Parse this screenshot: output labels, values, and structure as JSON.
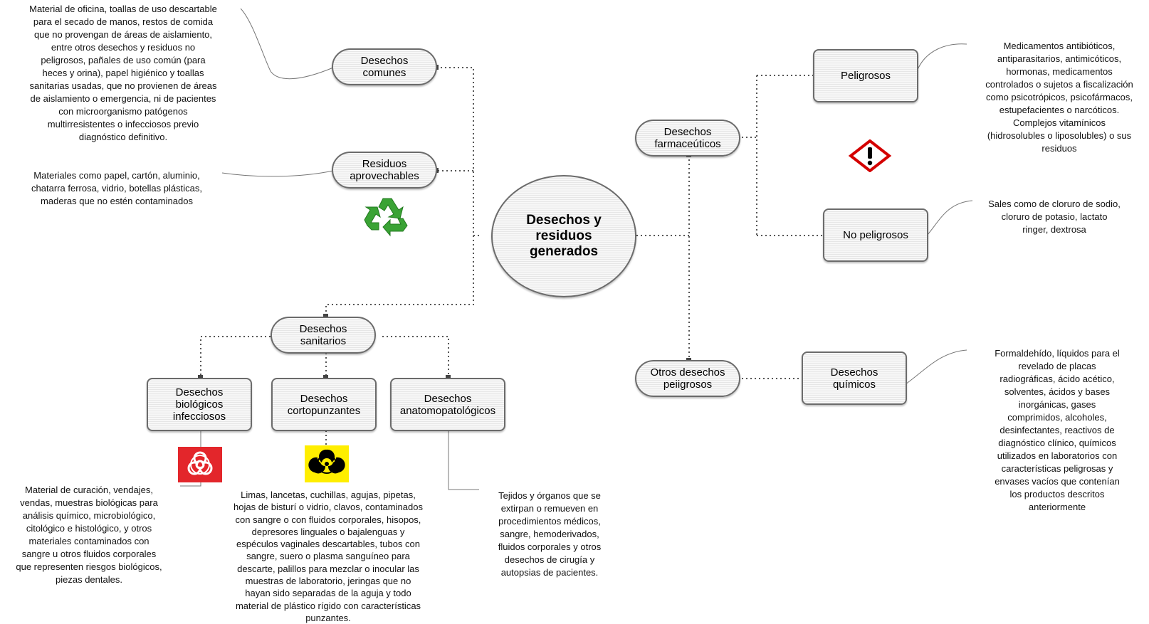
{
  "center": {
    "label": "Desechos y\nresiduos\ngenerados"
  },
  "nodes": {
    "comunes": "Desechos\ncomunes",
    "aprovechables": "Residuos\naprovechables",
    "sanitarios": "Desechos\nsanitarios",
    "biologicos": "Desechos\nbiológicos\ninfecciosos",
    "cortopunzantes": "Desechos\ncortopunzantes",
    "anatomopatologicos": "Desechos\nanatomopatológicos",
    "farmaceuticos": "Desechos\nfarmaceúticos",
    "peligrosos": "Peligrosos",
    "no_peligrosos": "No peligrosos",
    "otros_peligrosos": "Otros desechos\npeiigrosos",
    "quimicos": "Desechos\nquímicos"
  },
  "notes": {
    "comunes": "Material de oficina, toallas de uso descartable\npara el secado de manos, restos de comida\nque no provengan de áreas de aislamiento,\nentre otros desechos y residuos no\npeligrosos, pañales de uso común (para\nheces y orina), papel higiénico y toallas\nsanitarias usadas, que no provienen de áreas\nde aislamiento o emergencia, ni de pacientes\ncon microorganismo patógenos\nmultirresistentes o infecciosos previo\ndiagnóstico definitivo.",
    "aprovechables": "Materiales como papel, cartón, aluminio,\nchatarra ferrosa, vidrio, botellas plásticas,\nmaderas que no estén contaminados",
    "biologicos": "Material de curación, vendajes,\nvendas, muestras biológicas para\nanálisis químico, microbiológico,\ncitológico e histológico, y otros\nmateriales contaminados con\nsangre u otros fluidos corporales\nque representen riesgos biológicos,\npiezas dentales.",
    "cortopunzantes": "Limas, lancetas, cuchillas, agujas, pipetas,\nhojas de bisturí o vidrio, clavos, contaminados\ncon sangre o con fluidos corporales, hisopos,\ndepresores linguales o bajalenguas y\nespéculos vaginales descartables, tubos con\nsangre, suero o plasma sanguíneo para\ndescarte, palillos para mezclar o inocular las\nmuestras de laboratorio, jeringas que no\nhayan sido separadas de la aguja y todo\nmaterial de plástico rígido con características\npunzantes.",
    "anatomopatologicos": "Tejidos y órganos que se\nextirpan o remueven en\nprocedimientos médicos,\nsangre, hemoderivados,\nfluidos corporales y otros\ndesechos de cirugía y\nautopsias de pacientes.",
    "peligrosos": "Medicamentos antibióticos,\nantiparasitarios, antimicóticos,\nhormonas, medicamentos\ncontrolados o sujetos a fiscalización\ncomo psicotrópicos, psicofármacos,\nestupefacientes o narcóticos.\nComplejos vitamínicos\n(hidrosolubles o liposolubles) o sus\nresiduos",
    "no_peligrosos": "Sales como de cloruro de sodio,\ncloruro de potasio, lactato\nringer, dextrosa",
    "quimicos": "Formaldehído, líquidos para el\nrevelado de placas\nradiográficas, ácido acético,\nsolventes, ácidos y bases\ninorgánicas, gases\ncomprimidos, alcoholes,\ndesinfectantes, reactivos de\ndiagnóstico clínico, químicos\nutilizados en laboratorios con\ncaracterísticas peligrosas y\nenvases vacíos que contenían\nlos productos descritos\nanteriormente"
  },
  "icons": {
    "recycle": "recycle-icon",
    "biohazard_red": "biohazard-icon",
    "biohazard_yellow": "biohazard-icon",
    "exclamation": "hazard-exclamation-icon"
  },
  "colors": {
    "node_border": "#6b6b6b",
    "connector": "#555555",
    "recycle_green": "#3aa335",
    "biohazard_red_bg": "#e3262b",
    "biohazard_yellow_bg": "#ffee00",
    "hazard_red": "#d40000"
  }
}
